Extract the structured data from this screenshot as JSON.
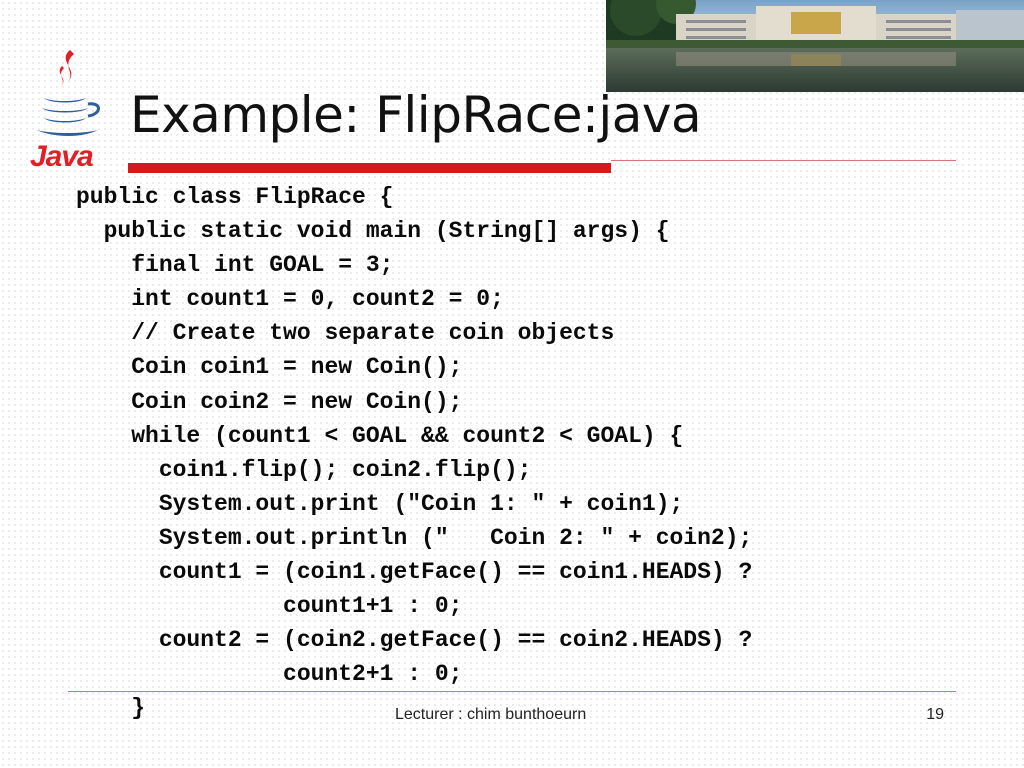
{
  "slide": {
    "title": "Example: FlipRace:java",
    "logo_text": "Java",
    "logo_icon": "java-coffee-cup-icon",
    "photo": "campus-building-photo",
    "accent_color": "#d51a1e",
    "code_lines": [
      "public class FlipRace {",
      "  public static void main (String[] args) {",
      "    final int GOAL = 3;",
      "    int count1 = 0, count2 = 0;",
      "    // Create two separate coin objects",
      "    Coin coin1 = new Coin();",
      "    Coin coin2 = new Coin();",
      "    while (count1 < GOAL && count2 < GOAL) {",
      "      coin1.flip(); coin2.flip();",
      "      System.out.print (\"Coin 1: \" + coin1);",
      "      System.out.println (\"   Coin 2: \" + coin2);",
      "      count1 = (coin1.getFace() == coin1.HEADS) ?",
      "               count1+1 : 0;",
      "      count2 = (coin2.getFace() == coin2.HEADS) ?",
      "               count2+1 : 0;",
      "    }"
    ]
  },
  "footer": {
    "lecturer": "Lecturer : chim bunthoeurn",
    "page_number": "19"
  }
}
